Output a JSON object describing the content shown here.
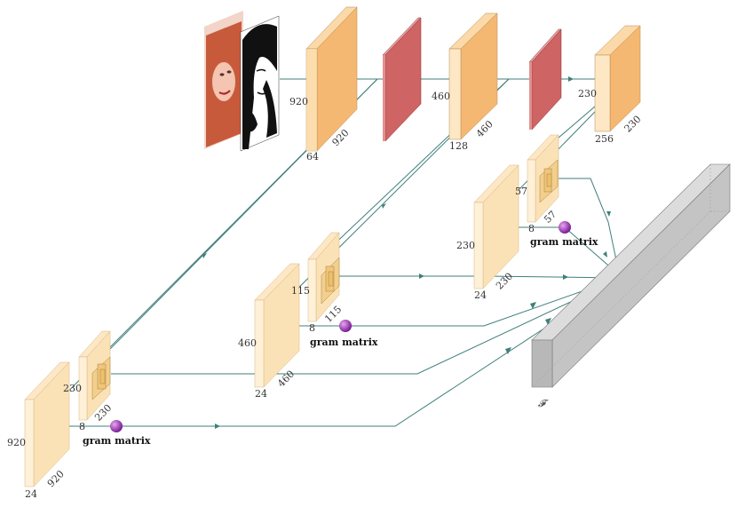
{
  "colors": {
    "enc_conv": "#f7c38a",
    "pool": "#dd7777",
    "feat_block": "#fbe2b6",
    "sub_block": "#f3cf8e",
    "fusion": "#c8c8c8",
    "connector": "#3f7f7a",
    "gram_ball": "#9b30b8"
  },
  "input": {
    "photo_icon": "portrait-photo-icon",
    "sketch_icon": "portrait-sketch-icon"
  },
  "encoder": {
    "block1": {
      "height": "920",
      "depth": "920",
      "width": "64"
    },
    "block2": {
      "height": "460",
      "depth": "460",
      "width": "128"
    },
    "block3": {
      "height": "230",
      "depth": "230",
      "width": "256"
    }
  },
  "branches": {
    "b1": {
      "big_height": "920",
      "big_depth": "920",
      "big_width": "24",
      "small_height": "230",
      "small_depth": "230",
      "small_width": "8",
      "gram_label": "gram matrix"
    },
    "b2": {
      "big_height": "460",
      "big_depth": "460",
      "big_width": "24",
      "small_height": "115",
      "small_depth": "115",
      "small_width": "8",
      "gram_label": "gram matrix"
    },
    "b3": {
      "big_height": "230",
      "big_depth": "230",
      "big_width": "24",
      "small_height": "57",
      "small_depth": "57",
      "small_width": "8",
      "gram_label": "gram matrix"
    }
  },
  "fusion": {
    "label": "𝓕"
  }
}
